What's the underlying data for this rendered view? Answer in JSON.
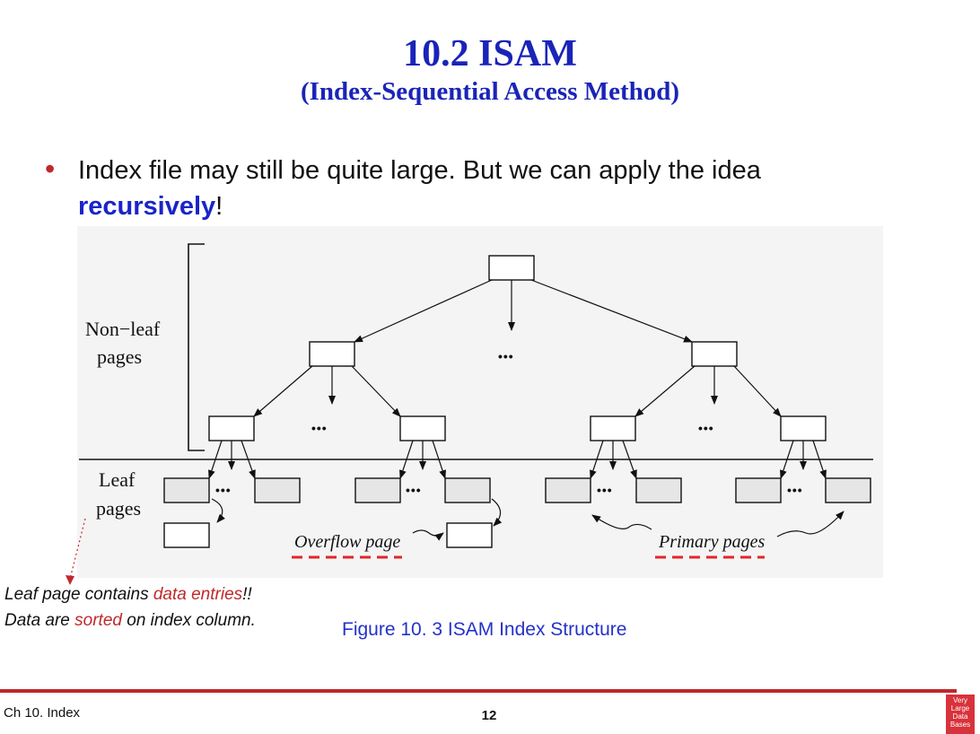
{
  "slide": {
    "title": "10.2 ISAM",
    "subtitle": "(Index-Sequential Access Method)",
    "bullet": {
      "before": "Index file may still be quite large.  But we can apply the idea ",
      "emphasis": "recursively",
      "after": "!"
    }
  },
  "figure": {
    "nonleaf_label_line1": "Non−leaf",
    "nonleaf_label_line2": "pages",
    "leaf_label_line1": "Leaf",
    "leaf_label_line2": "pages",
    "overflow_label": "Overflow page",
    "primary_label": "Primary pages",
    "ellipsis": "•••",
    "caption": "Figure 10. 3 ISAM Index Structure"
  },
  "note": {
    "line1_pre": "Leaf page contains ",
    "line1_red": "data entries",
    "line1_post": "!!",
    "line2_pre": "Data are ",
    "line2_red": "sorted",
    "line2_post": " on index column."
  },
  "footer": {
    "chapter": "Ch 10. Index",
    "page_number": "12",
    "logo_lines": [
      "Very",
      "Large",
      "Data",
      "Bases"
    ]
  },
  "colors": {
    "title": "#1a24b8",
    "accent_red": "#c0282b",
    "caption_blue": "#2432c8",
    "leaf_fill": "#e6e6e6"
  }
}
